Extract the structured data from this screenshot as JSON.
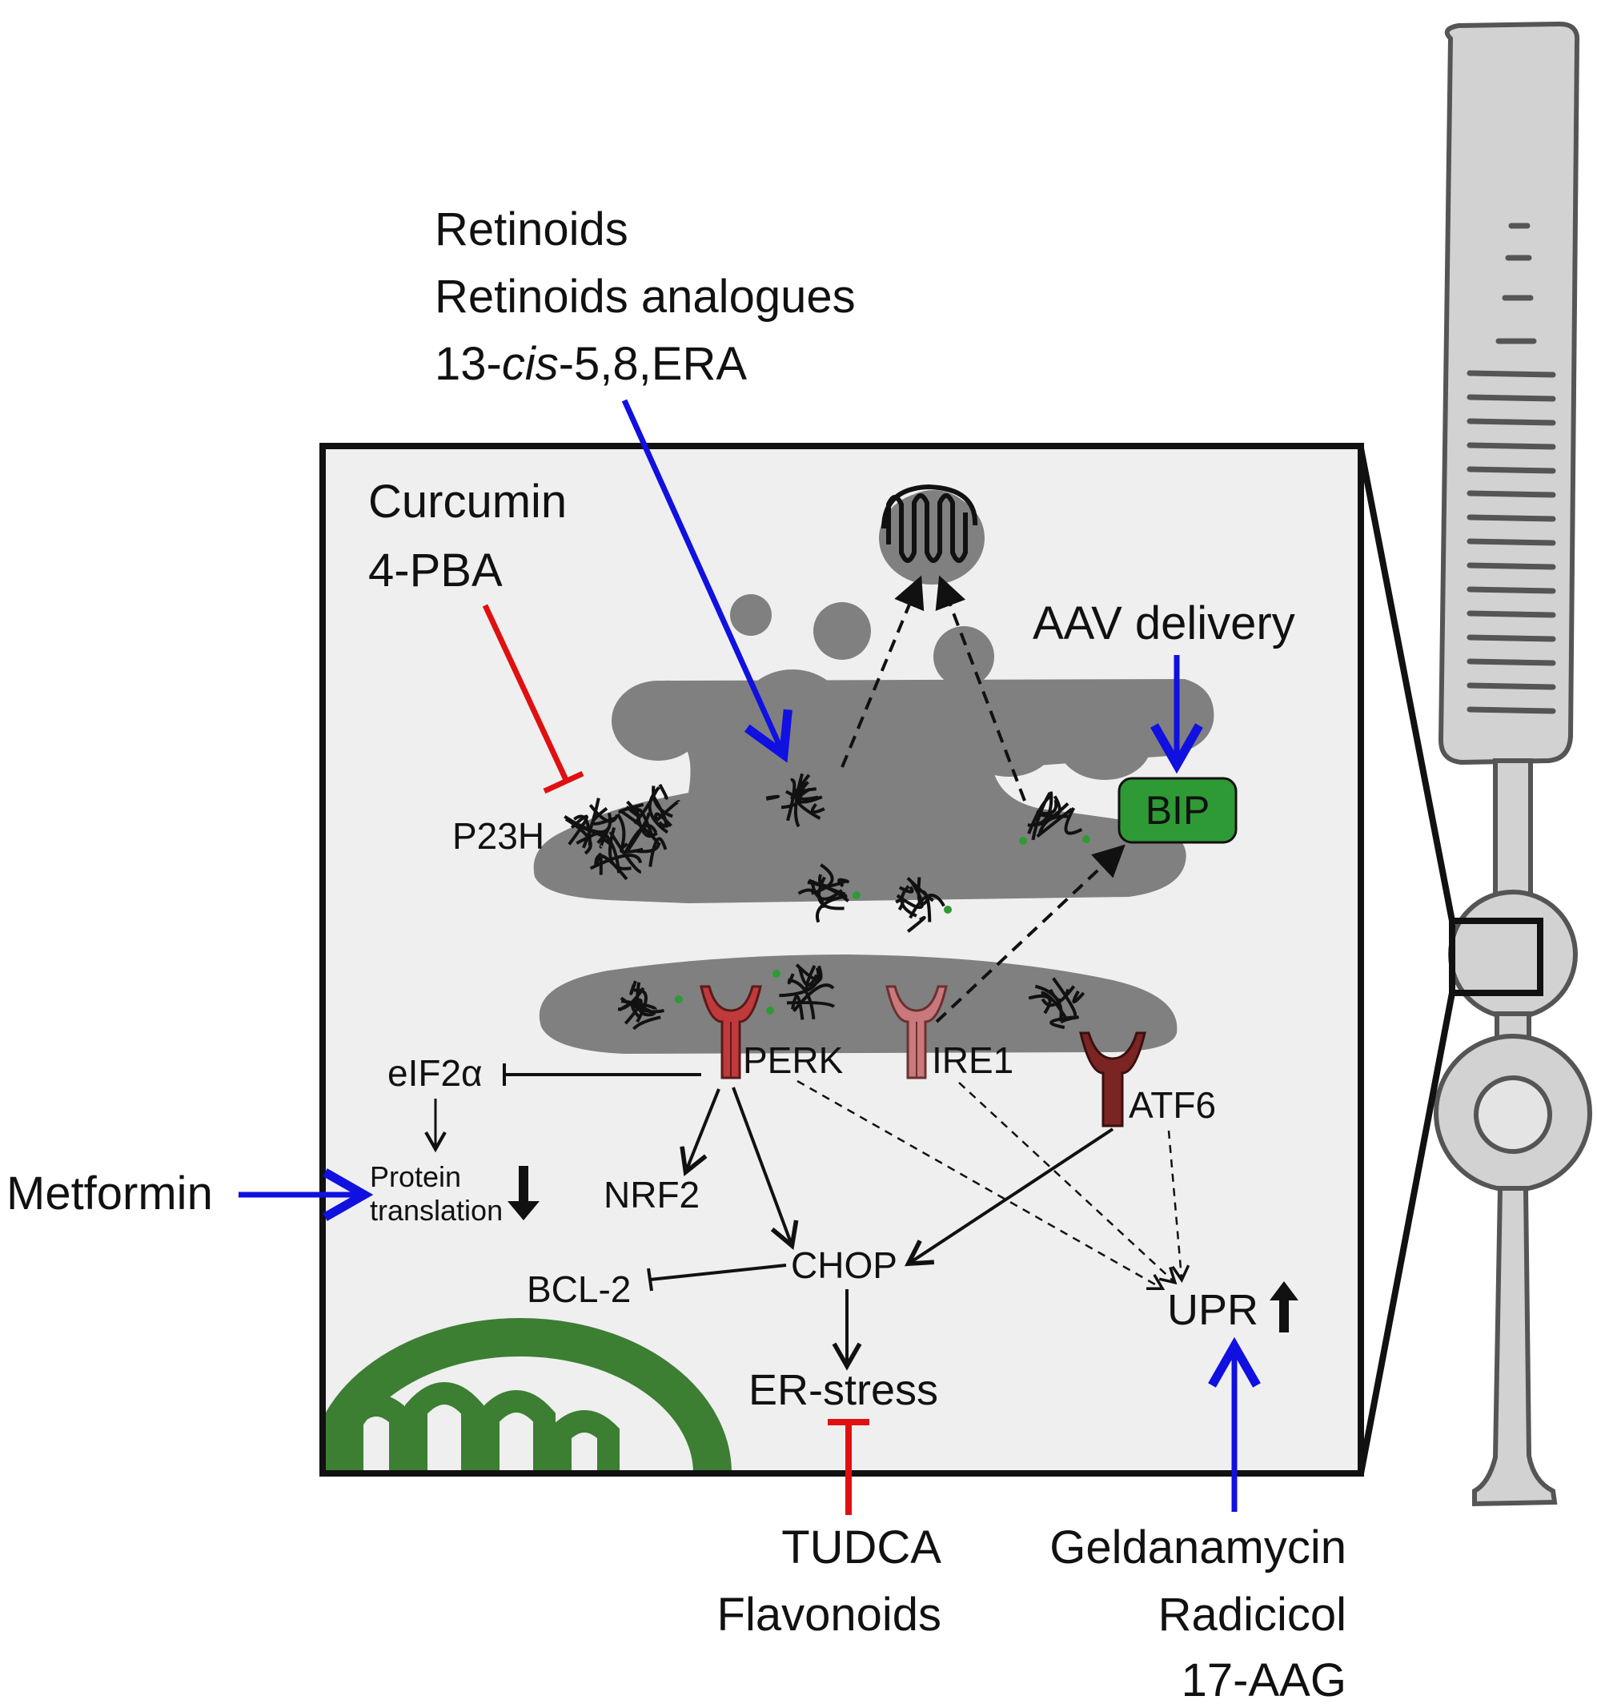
{
  "drugs": {
    "retinoids": {
      "line1": "Retinoids",
      "line2": "Retinoids analogues",
      "line3_prefix": "13-",
      "line3_italic": "cis",
      "line3_suffix": "-5,8,ERA"
    },
    "curcumin": {
      "line1": "Curcumin",
      "line2": "4-PBA"
    },
    "aav": "AAV delivery",
    "metformin": "Metformin",
    "tudca": {
      "line1": "TUDCA",
      "line2": "Flavonoids"
    },
    "hsp90": {
      "line1": "Geldanamycin",
      "line2": "Radicicol",
      "line3": "17-AAG"
    }
  },
  "nodes": {
    "p23h": "P23H",
    "bip": "BIP",
    "perk": "PERK",
    "ire1": "IRE1",
    "atf6": "ATF6",
    "eif2a": "eIF2α",
    "protein_translation": {
      "line1": "Protein",
      "line2": "translation"
    },
    "nrf2": "NRF2",
    "chop": "CHOP",
    "bcl2": "BCL-2",
    "er_stress": "ER-stress",
    "upr": "UPR"
  },
  "colors": {
    "activation": "#1010e0",
    "inhibition": "#e01010",
    "bip_fill": "#2e9a35",
    "mito": "#3c7f33",
    "er": "#808080",
    "perk": "#c0393b",
    "ire1": "#c9797b",
    "atf6": "#7a2424"
  }
}
